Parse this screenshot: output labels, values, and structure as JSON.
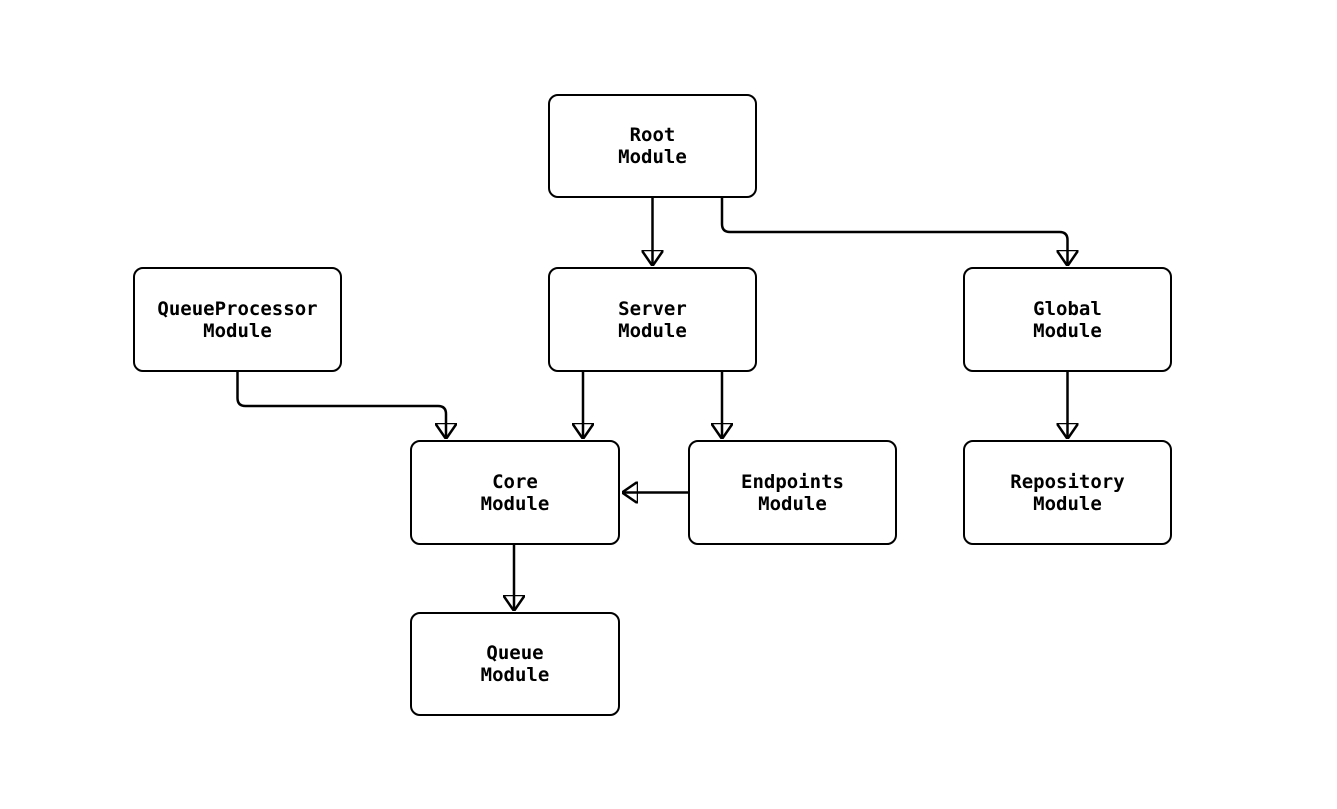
{
  "diagram": {
    "type": "module-dependency-flowchart",
    "background_color": "#ffffff",
    "node_fill_color": "#ffffff",
    "node_border_color": "#000000",
    "edge_color": "#000000",
    "text_color": "#000000",
    "nodes": {
      "root": {
        "line1": "Root",
        "line2": "Module"
      },
      "qproc": {
        "line1": "QueueProcessor",
        "line2": "Module"
      },
      "server": {
        "line1": "Server",
        "line2": "Module"
      },
      "global": {
        "line1": "Global",
        "line2": "Module"
      },
      "core": {
        "line1": "Core",
        "line2": "Module"
      },
      "endpoints": {
        "line1": "Endpoints",
        "line2": "Module"
      },
      "repository": {
        "line1": "Repository",
        "line2": "Module"
      },
      "queue": {
        "line1": "Queue",
        "line2": "Module"
      }
    },
    "edges": [
      {
        "from": "Root Module",
        "to": "Server Module"
      },
      {
        "from": "Root Module",
        "to": "Global Module"
      },
      {
        "from": "QueueProcessor Module",
        "to": "Core Module"
      },
      {
        "from": "Server Module",
        "to": "Core Module"
      },
      {
        "from": "Server Module",
        "to": "Endpoints Module"
      },
      {
        "from": "Endpoints Module",
        "to": "Core Module"
      },
      {
        "from": "Global Module",
        "to": "Repository Module"
      },
      {
        "from": "Core Module",
        "to": "Queue Module"
      }
    ]
  }
}
